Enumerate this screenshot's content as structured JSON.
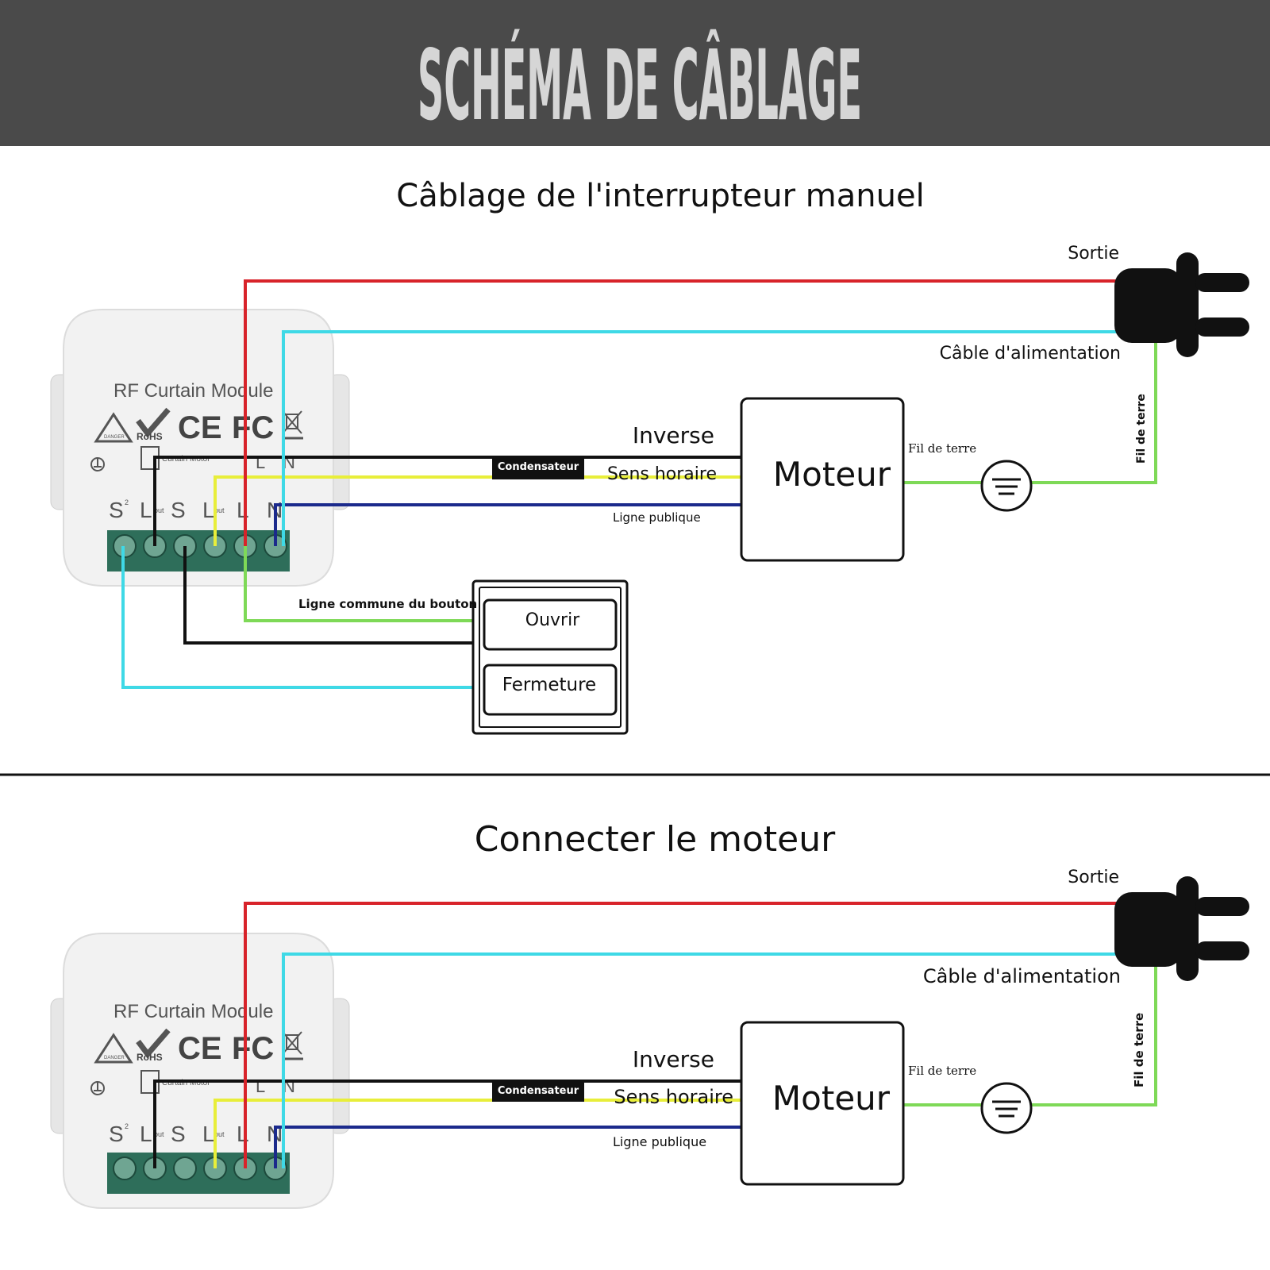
{
  "banner": {
    "title": "SCHÉMA DE CÂBLAGE",
    "bg_color": "#4a4a4a",
    "text_color": "#d6d6d6"
  },
  "colors": {
    "phase": "#d8232a",
    "neutral": "#3fd9e6",
    "earth": "#7ed957",
    "reverse": "#111111",
    "clockwise": "#e8ee3a",
    "common": "#1b2a8c",
    "terminal_block": "#2e6e5a"
  },
  "sections": {
    "manual": {
      "title": "Câblage de l'interrupteur manuel",
      "sortie": "Sortie",
      "cable_alimentation": "Câble d'alimentation",
      "fil_de_terre_vertical": "Fil de terre",
      "fil_de_terre": "Fil de terre",
      "motor": "Moteur",
      "inverse": "Inverse",
      "sens_horaire": "Sens horaire",
      "ligne_publique": "Ligne publique",
      "condensateur": "Condensateur",
      "ligne_commune": "Ligne commune du bouton",
      "btn_open": "Ouvrir",
      "btn_close": "Fermeture"
    },
    "motor": {
      "title": "Connecter le moteur",
      "sortie": "Sortie",
      "cable_alimentation": "Câble d'alimentation",
      "fil_de_terre_vertical": "Fil de terre",
      "fil_de_terre": "Fil de terre",
      "motor": "Moteur",
      "inverse": "Inverse",
      "sens_horaire": "Sens horaire",
      "ligne_publique": "Ligne publique",
      "condensateur": "Condensateur"
    }
  },
  "module": {
    "name": "RF Curtain Module",
    "rohs": "RoHS",
    "danger": "DANGER",
    "ce": "CE",
    "fc": "FC",
    "sub_label": "Curtain Motor",
    "terminals": [
      "S",
      "L",
      "S",
      "L",
      "L",
      "N"
    ],
    "terminal_sup": [
      "2",
      "out",
      "",
      "out",
      "",
      ""
    ],
    "top_L": "L",
    "top_N": "N"
  }
}
